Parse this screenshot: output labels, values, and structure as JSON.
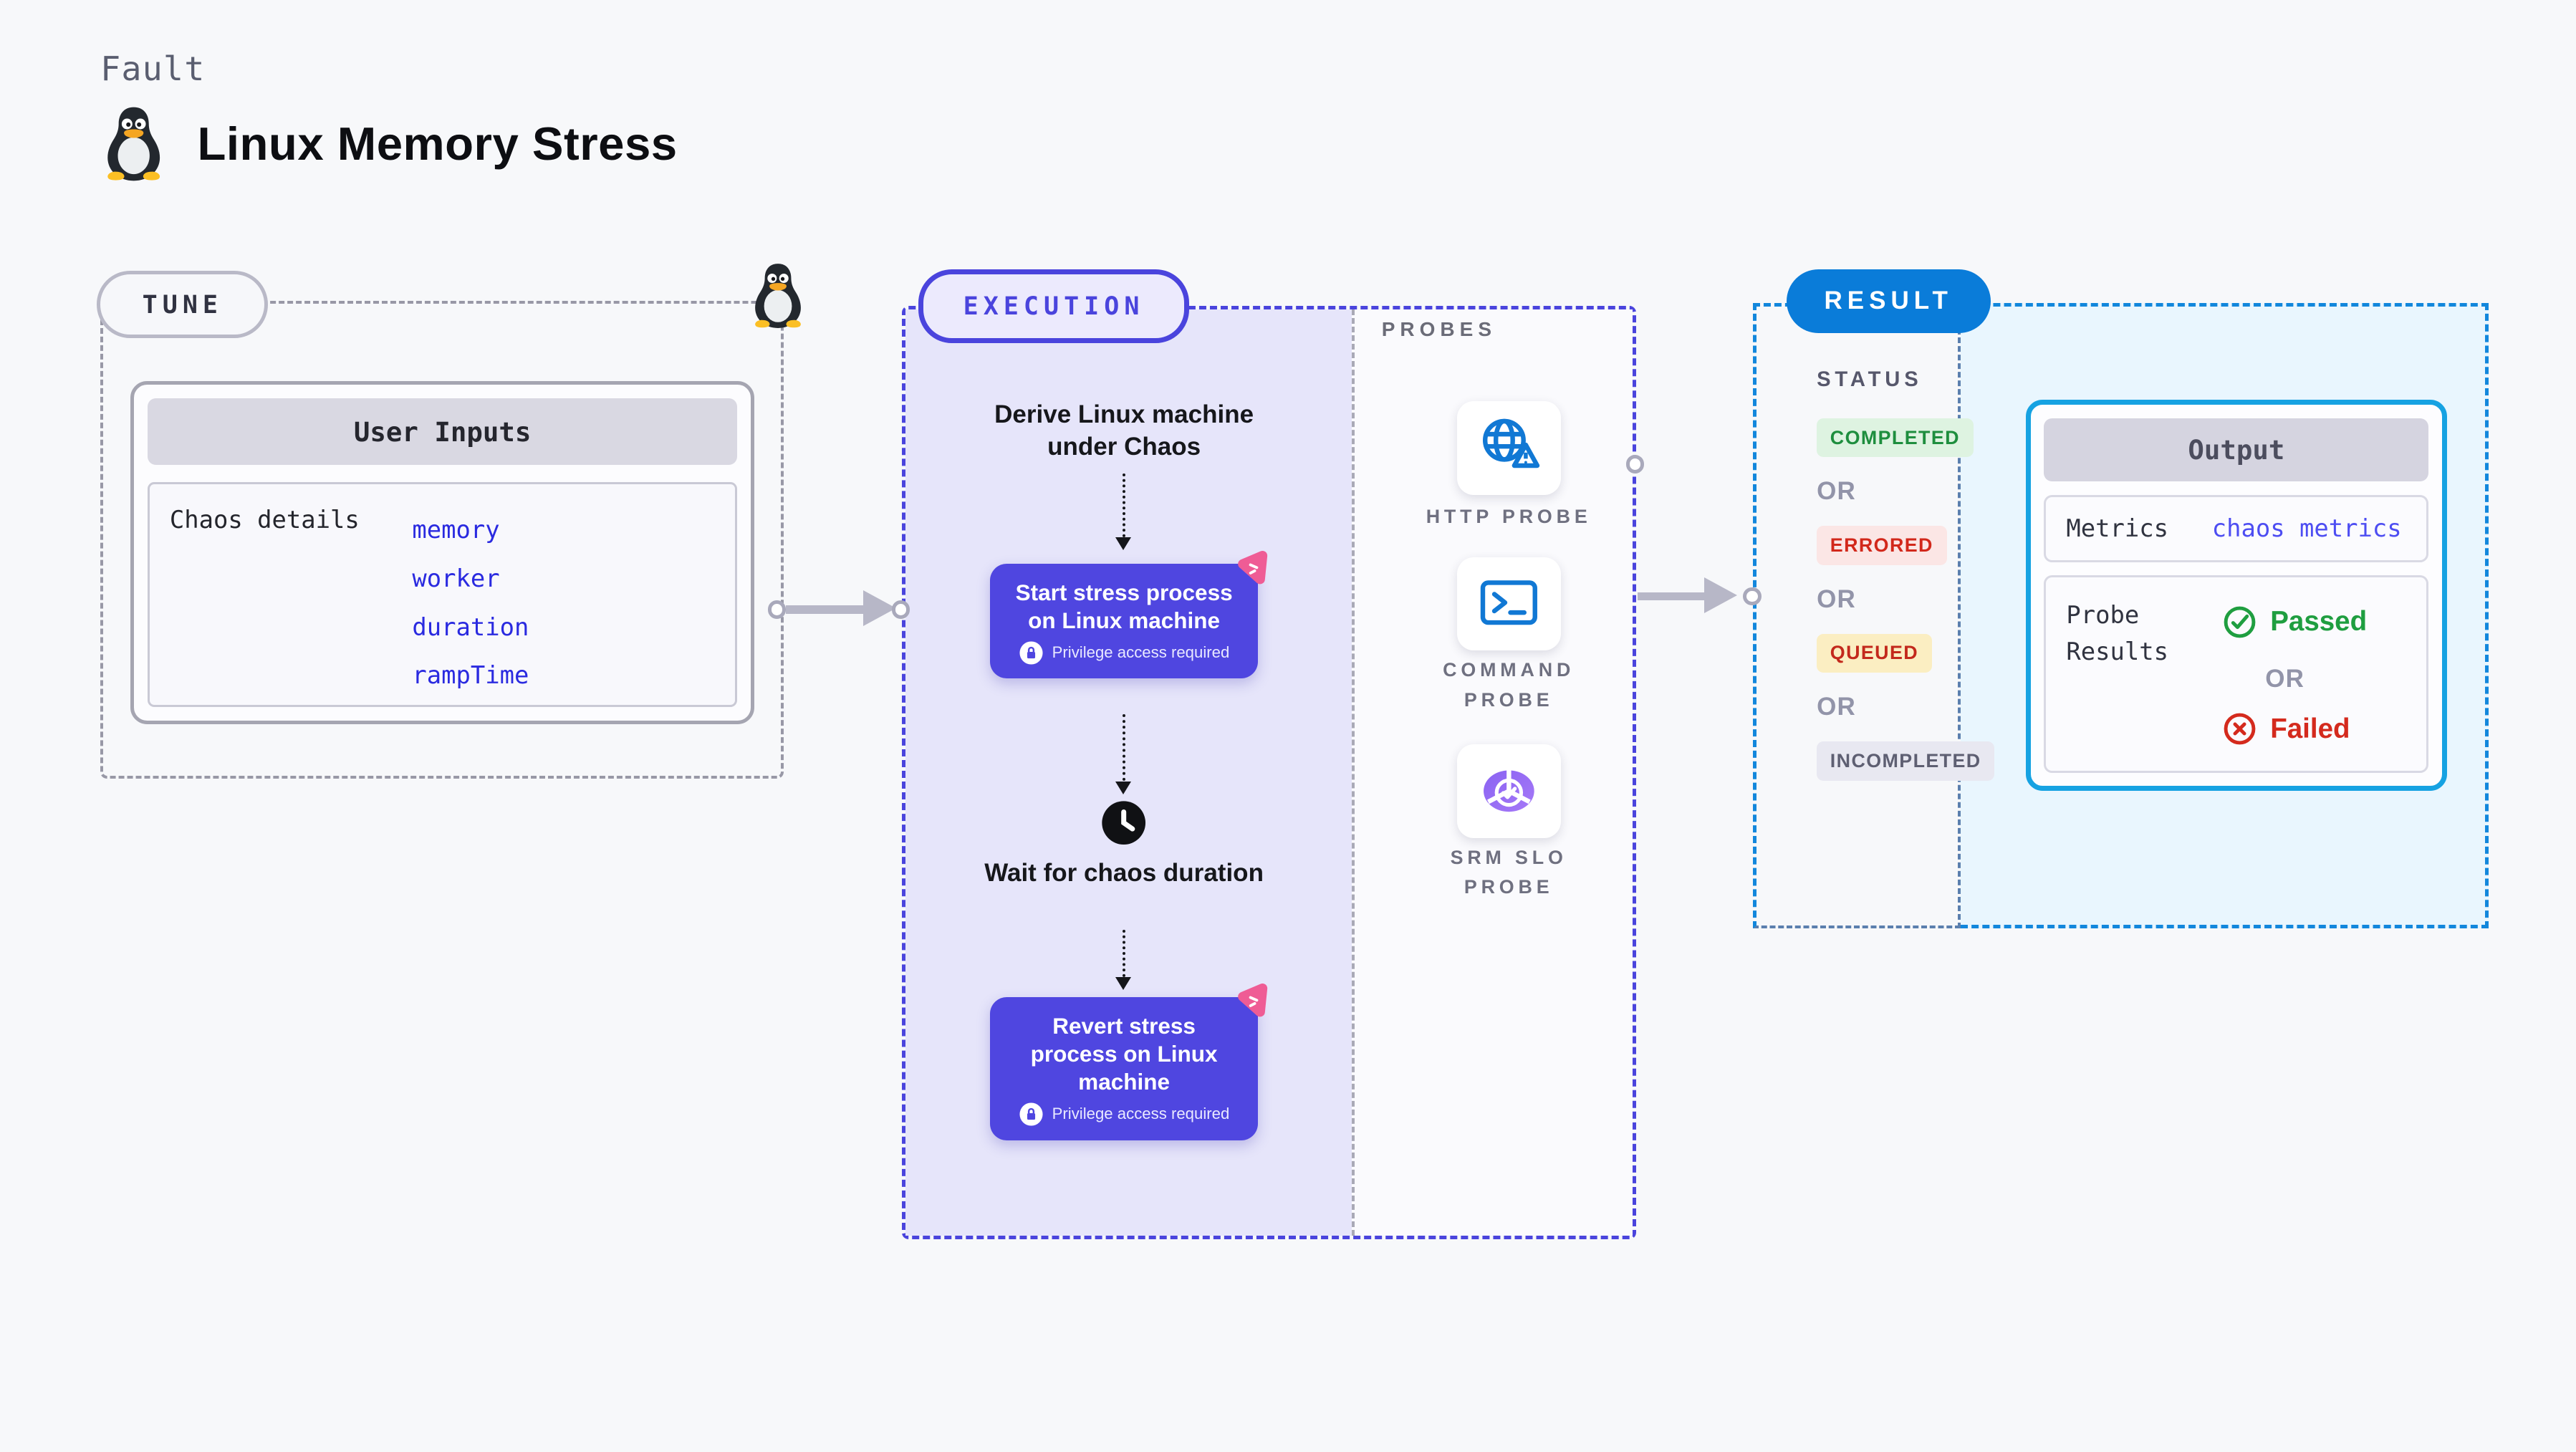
{
  "header": {
    "kicker": "Fault",
    "title": "Linux Memory Stress",
    "icon": "tux-penguin"
  },
  "tune": {
    "label": "TUNE",
    "card": {
      "title": "User Inputs",
      "field_label": "Chaos details",
      "values": [
        "memory",
        "worker",
        "duration",
        "rampTime"
      ]
    }
  },
  "execution": {
    "label": "EXECUTION",
    "derive_text": "Derive Linux machine under Chaos",
    "start_node_text": "Start stress process on Linux machine",
    "wait_text": "Wait for chaos duration",
    "revert_node_text": "Revert stress process on Linux machine",
    "privilege_note": "Privilege access required"
  },
  "probes": {
    "label": "PROBES",
    "items": [
      {
        "name": "HTTP PROBE",
        "icon": "globe-alert-icon"
      },
      {
        "name": "COMMAND PROBE",
        "icon": "terminal-icon"
      },
      {
        "name": "SRM SLO PROBE",
        "icon": "slo-donut-check-icon"
      }
    ]
  },
  "result": {
    "label": "RESULT",
    "status_heading": "STATUS",
    "or_label": "OR",
    "statuses": [
      {
        "label": "COMPLETED",
        "fg": "#1e8e3e",
        "bg": "#def3e1"
      },
      {
        "label": "ERRORED",
        "fg": "#d2281b",
        "bg": "#fbe6e5"
      },
      {
        "label": "QUEUED",
        "fg": "#c3291c",
        "bg": "#fbeec2"
      },
      {
        "label": "INCOMPLETED",
        "fg": "#5e5f72",
        "bg": "#e8e8f1"
      }
    ],
    "output": {
      "title": "Output",
      "metrics_label": "Metrics",
      "metrics_value": "chaos metrics",
      "probe_results_label": "Probe Results",
      "passed_label": "Passed",
      "failed_label": "Failed"
    }
  },
  "colors": {
    "indigo_border": "#4a44dd",
    "node_indigo": "#4f46e0",
    "lavender_bg": "#e6e5fa",
    "chaos_pink": "#ef5c95",
    "result_blue": "#0a7cd9",
    "output_border": "#16a2e2",
    "light_blue_bg": "#e9f6fe",
    "arrow_gray": "#b7b7c7",
    "probe_icon_blue": "#1178d4",
    "slo_purple": "#8a63f2"
  }
}
